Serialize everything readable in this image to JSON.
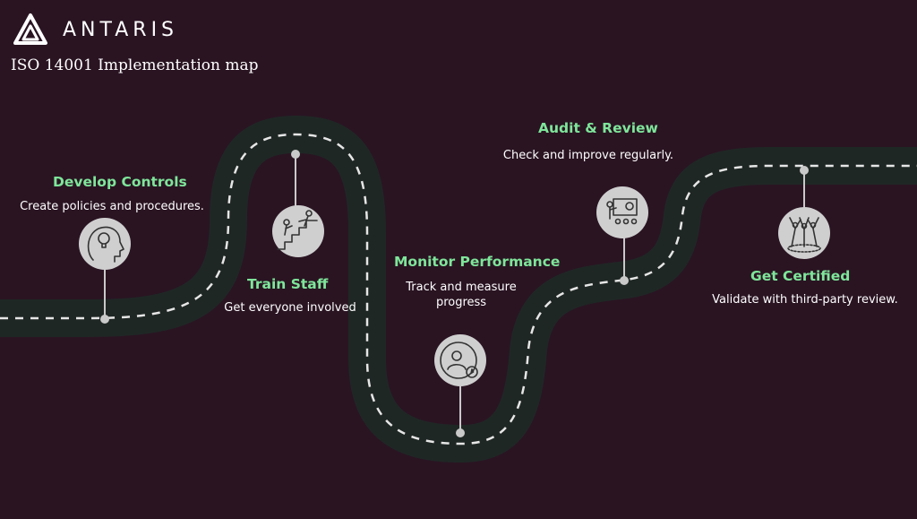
{
  "brand": {
    "name": "ANTARIS",
    "logo_icon": "triangle-logo-icon"
  },
  "subtitle": "ISO 14001 Implementation map",
  "colors": {
    "background": "#2a1422",
    "road": "#1f2725",
    "dash": "#e6e6e6",
    "title": "#7ee69a",
    "icon_bg": "#cfcfcf"
  },
  "steps": [
    {
      "title": "Develop Controls",
      "desc": "Create policies and procedures.",
      "icon": "lightbulb-head-icon"
    },
    {
      "title": "Train Staff",
      "desc": "Get everyone involved",
      "icon": "climbing-stairs-icon"
    },
    {
      "title": "Monitor Performance",
      "desc": "Track and measure progress",
      "icon": "user-award-icon"
    },
    {
      "title": "Audit & Review",
      "desc": "Check and improve regularly.",
      "icon": "presentation-icon"
    },
    {
      "title": "Get Certified",
      "desc": "Validate with third-party review.",
      "icon": "team-celebration-icon"
    }
  ]
}
